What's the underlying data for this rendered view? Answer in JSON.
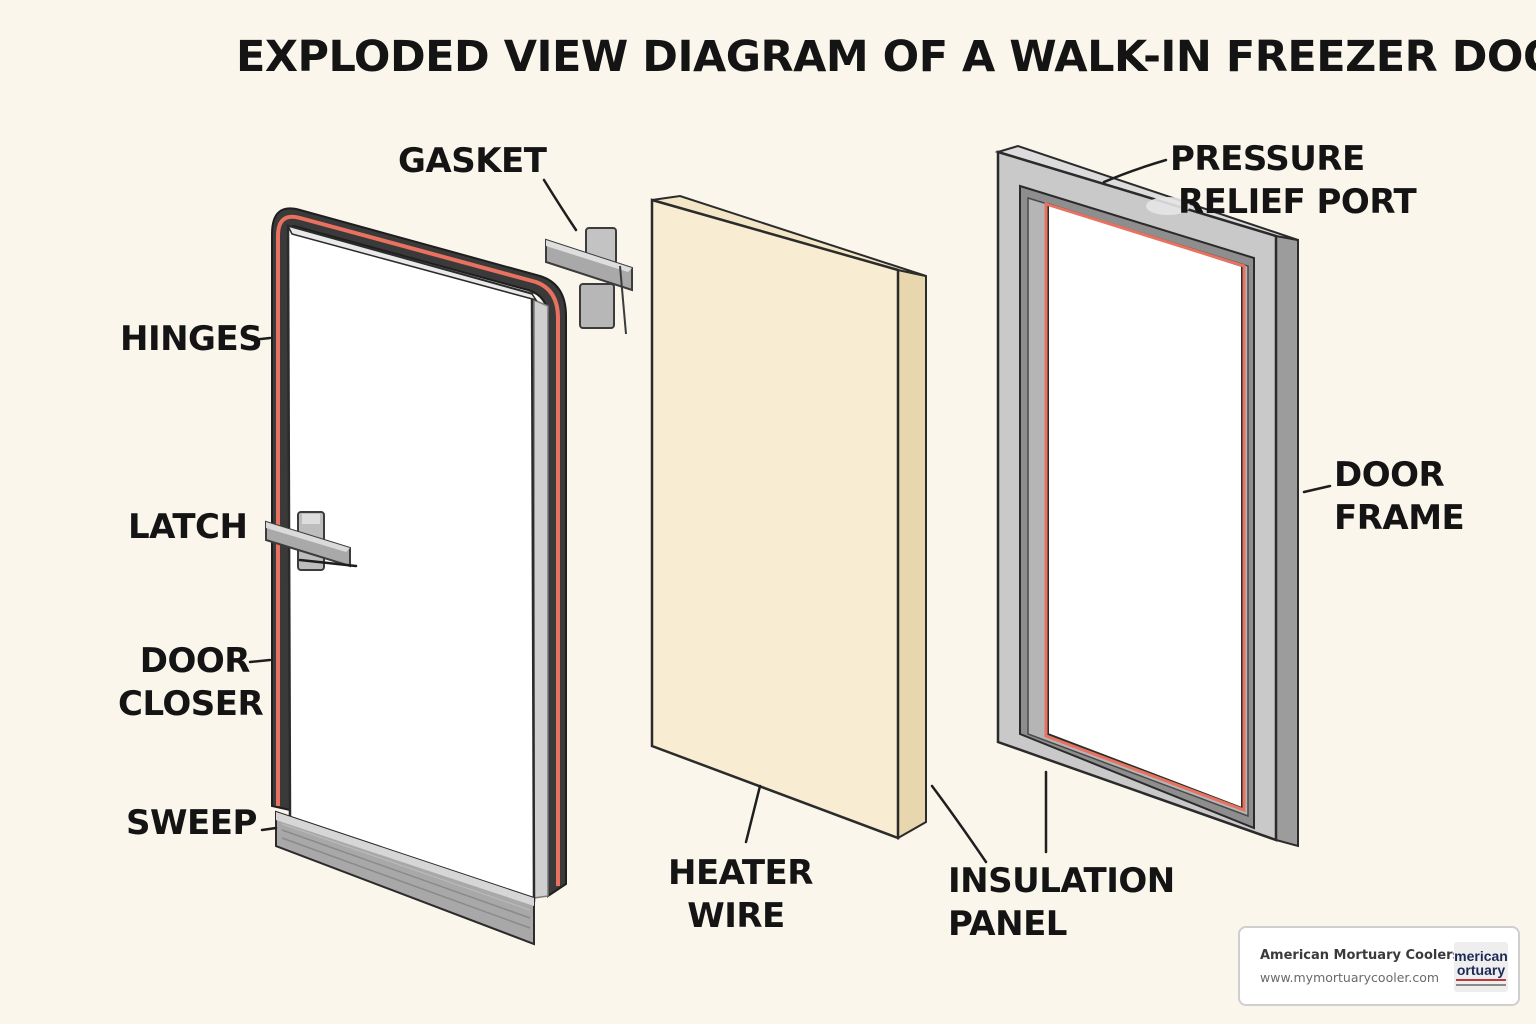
{
  "title": "EXPLODED VIEW DIAGRAM OF A WALK-IN FREEZER DOOR",
  "labels": {
    "gasket": "GASKET",
    "hinges": "HINGES",
    "latch": "LATCH",
    "door_closer": [
      "DOOR",
      "CLOSER"
    ],
    "sweep": "SWEEP",
    "heater_wire": [
      "HEATER",
      "WIRE"
    ],
    "insulation_panel": [
      "INSULATION",
      "PANEL"
    ],
    "pressure_relief_port": [
      "PRESSURE",
      "RELIEF PORT"
    ],
    "door_frame": [
      "DOOR",
      "FRAME"
    ]
  },
  "watermark": {
    "name": "American Mortuary Coolers",
    "url": "www.mymortuarycooler.com",
    "logo_text": [
      "merican",
      "ortuary"
    ]
  },
  "colors": {
    "background": "#fbf6ec",
    "gasket_red": "#e8715f",
    "metal": "#c9c9c9",
    "metal_dark": "#8e8e8e",
    "insulation": "#f8ecd2",
    "insulation_side": "#e8d6ae",
    "outline": "#2b2b2b"
  }
}
